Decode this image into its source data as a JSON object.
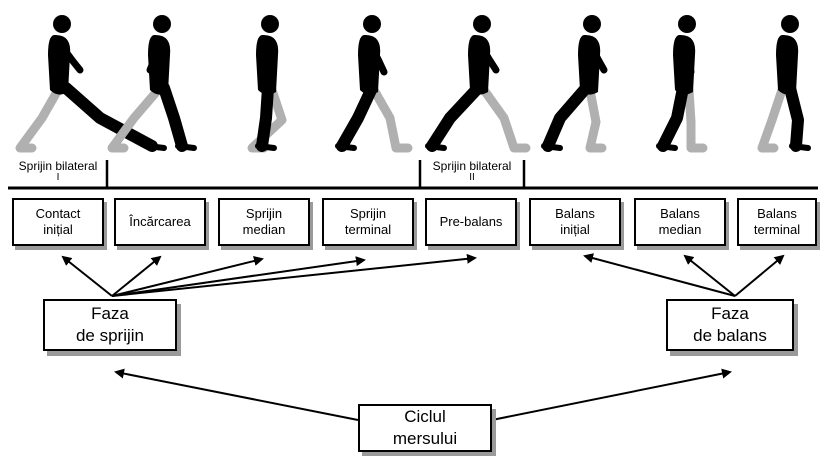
{
  "support_labels": {
    "first": "Sprijin bilateral",
    "first_roman": "I",
    "second": "Sprijin bilateral",
    "second_roman": "II"
  },
  "phases": [
    "Contact\ninițial",
    "Încărcarea",
    "Sprijin\nmedian",
    "Sprijin\nterminal",
    "Pre-balans",
    "Balans\ninițial",
    "Balans\nmedian",
    "Balans\nterminal"
  ],
  "groups": {
    "stance": "Faza\nde sprijin",
    "swing": "Faza\nde balans"
  },
  "cycle": "Ciclul\nmersului",
  "colors": {
    "figure": "#000000",
    "ghost_leg": "#b0b0b0",
    "shadow": "#9a9a9a"
  }
}
